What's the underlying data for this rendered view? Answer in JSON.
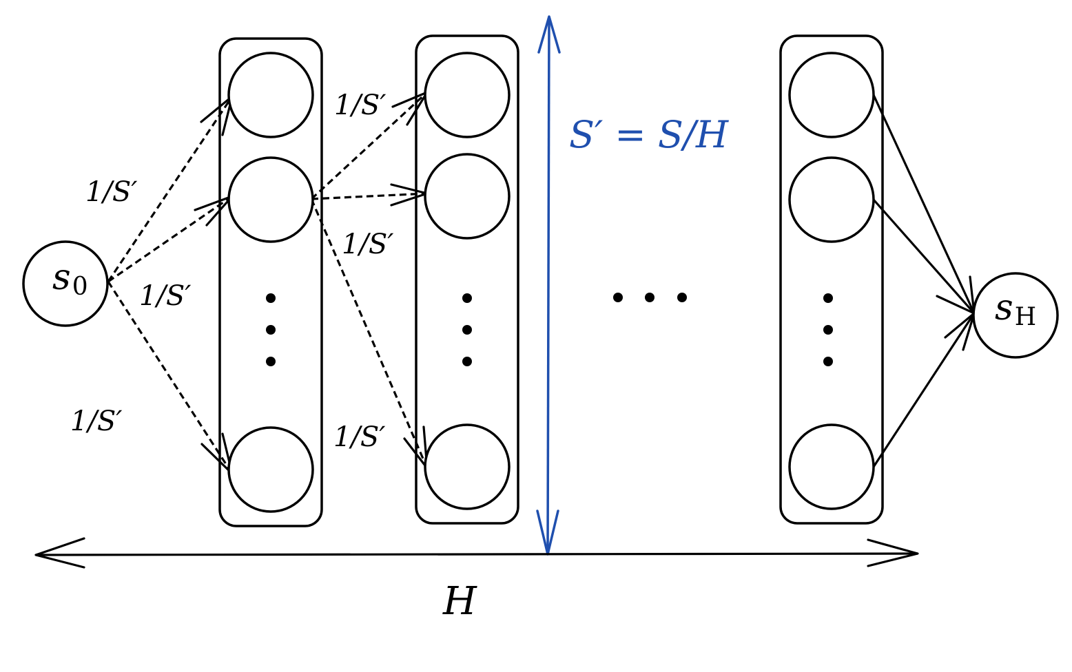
{
  "start_node": {
    "label": "s",
    "sub": "0"
  },
  "end_node": {
    "label": "s",
    "sub": "H"
  },
  "edge_labels": {
    "a": "1/S′",
    "b": "1/S′",
    "c": "1/S′",
    "d": "1/S′",
    "e": "1/S′",
    "f": "1/S′"
  },
  "layer_size_label": "S′ = S/H",
  "horizon_label": "H",
  "colors": {
    "accent": "#1f4fae",
    "ink": "#000000"
  }
}
